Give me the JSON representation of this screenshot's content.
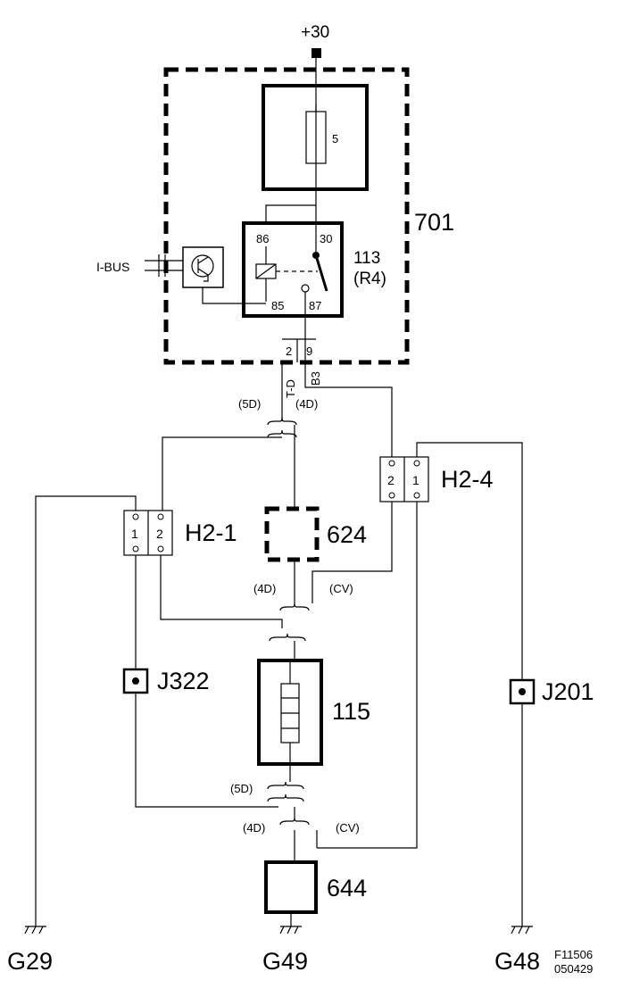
{
  "supply": {
    "label": "+30"
  },
  "module_701": {
    "label": "701"
  },
  "fuse": {
    "value": "5"
  },
  "relay": {
    "label": "113",
    "sublabel": "(R4)",
    "pins": {
      "p86": "86",
      "p30": "30",
      "p85": "85",
      "p87": "87"
    }
  },
  "ibus": {
    "label": "I-BUS"
  },
  "module_pins": {
    "p2": "2",
    "p9": "9"
  },
  "wire_codes": {
    "td": "T-D",
    "b3": "B3"
  },
  "connector_labels": {
    "c1_5d": "(5D)",
    "c1_4d": "(4D)",
    "c2_4d": "(4D)",
    "c2_cv": "(CV)",
    "c3_5d": "(5D)",
    "c4_4d": "(4D)",
    "c4_cv": "(CV)"
  },
  "h2_1": {
    "label": "H2-1",
    "pin1": "1",
    "pin2": "2"
  },
  "h2_4": {
    "label": "H2-4",
    "pin2": "2",
    "pin1": "1"
  },
  "comp_624": {
    "label": "624"
  },
  "comp_115": {
    "label": "115"
  },
  "comp_644": {
    "label": "644"
  },
  "splices": {
    "j322": "J322",
    "j201": "J201"
  },
  "grounds": {
    "g29": "G29",
    "g49": "G49",
    "g48": "G48"
  },
  "figure_ref": {
    "code": "F11506",
    "date": "050429"
  }
}
